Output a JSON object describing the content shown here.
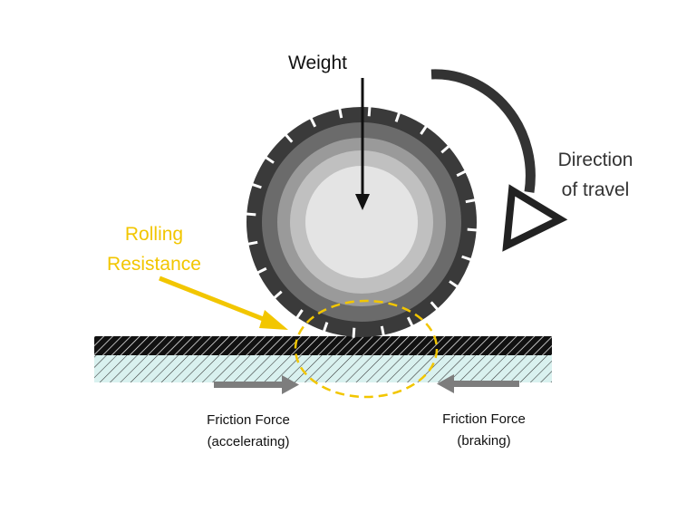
{
  "labels": {
    "weight": "Weight",
    "direction": [
      "Direction",
      "of travel"
    ],
    "rolling_resistance": [
      "Rolling",
      "Resistance"
    ],
    "friction_accelerating": [
      "Friction Force",
      "(accelerating)"
    ],
    "friction_braking": [
      "Friction Force",
      "(braking)"
    ]
  },
  "colors": {
    "tire_outer": "#3a3a3a",
    "tire_ring2": "#6b6b6b",
    "tire_ring3": "#9a9a9a",
    "tire_ring4": "#c0c0c0",
    "hub": "#e4e4e4",
    "road_top": "#111111",
    "ground_fill": "#d9f1ef",
    "accent_yellow": "#f2c600",
    "arrow_grey": "#7d7d7d",
    "dark": "#222222"
  },
  "icons": [
    "rotation-arrow-icon",
    "weight-arrow-icon",
    "friction-arrow-icon",
    "rolling-resistance-arrow-icon"
  ]
}
